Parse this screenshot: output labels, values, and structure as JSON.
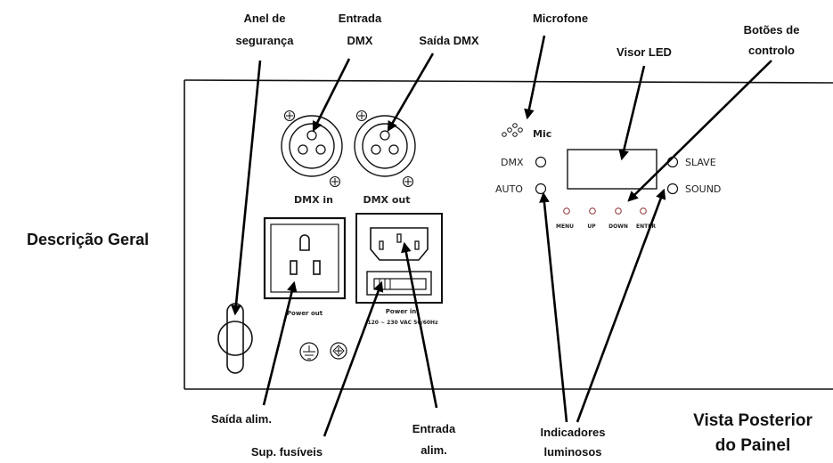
{
  "callouts": {
    "anel_1": "Anel de",
    "anel_2": "segurança",
    "entrada_dmx_1": "Entrada",
    "entrada_dmx_2": "DMX",
    "saida_dmx": "Saída DMX",
    "microfone": "Microfone",
    "visor_led": "Visor LED",
    "botoes_1": "Botões de",
    "botoes_2": "controlo",
    "descricao": "Descrição Geral",
    "saida_alim": "Saída alim.",
    "sup_fusiveis": "Sup. fusíveis",
    "entrada_alim_1": "Entrada",
    "entrada_alim_2": "alim.",
    "indicadores_1": "Indicadores",
    "indicadores_2": "luminosos",
    "vista_1": "Vista Posterior",
    "vista_2": "do Painel"
  },
  "panel": {
    "dmx_in": "DMX in",
    "dmx_out": "DMX out",
    "mic": "Mic",
    "dmx_led": "DMX",
    "auto_led": "AUTO",
    "slave_led": "SLAVE",
    "sound_led": "SOUND",
    "btn_menu": "MENU",
    "btn_up": "UP",
    "btn_down": "DOWN",
    "btn_enter": "ENTER",
    "power_out": "Power out",
    "power_in": "Power in",
    "power_spec": "120 ~ 230 VAC 50/60Hz"
  }
}
